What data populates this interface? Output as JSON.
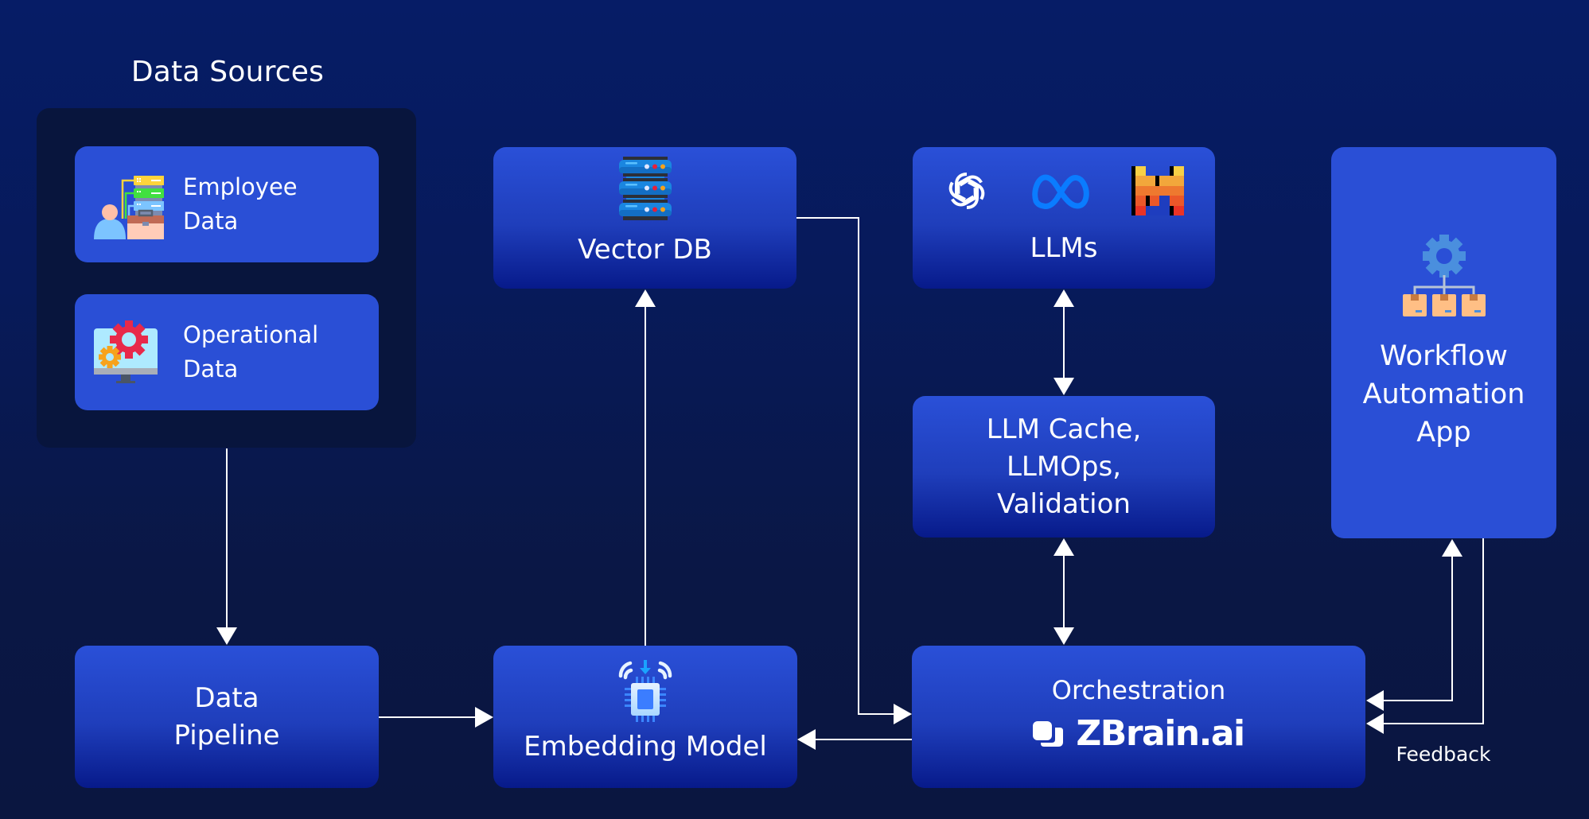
{
  "diagram": {
    "data_sources": {
      "title": "Data Sources",
      "items": [
        {
          "label_line1": "Employee",
          "label_line2": "Data",
          "icon": "employee-data-icon"
        },
        {
          "label_line1": "Operational",
          "label_line2": "Data",
          "icon": "operational-data-icon"
        }
      ]
    },
    "nodes": {
      "vector_db": {
        "label": "Vector DB",
        "icon": "server-stack-icon"
      },
      "llms": {
        "label": "LLMs",
        "icons": [
          "openai-logo-icon",
          "meta-logo-icon",
          "mistral-logo-icon"
        ]
      },
      "llm_cache": {
        "line1": "LLM Cache,",
        "line2": "LLMOps,",
        "line3": "Validation"
      },
      "workflow": {
        "line1": "Workflow",
        "line2": "Automation",
        "line3": "App",
        "icon": "workflow-gear-icon"
      },
      "data_pipeline": {
        "line1": "Data",
        "line2": "Pipeline"
      },
      "embedding_model": {
        "label": "Embedding Model",
        "icon": "chip-icon"
      },
      "orchestration": {
        "label": "Orchestration",
        "brand": "ZBrain.ai",
        "icon": "zbrain-logo-icon"
      }
    },
    "edges": [
      {
        "from": "Data Sources",
        "to": "Data Pipeline",
        "direction": "one-way"
      },
      {
        "from": "Data Pipeline",
        "to": "Embedding Model",
        "direction": "one-way"
      },
      {
        "from": "Embedding Model",
        "to": "Vector DB",
        "direction": "one-way"
      },
      {
        "from": "Vector DB",
        "to": "Orchestration",
        "direction": "one-way"
      },
      {
        "from": "Orchestration",
        "to": "Embedding Model",
        "direction": "one-way"
      },
      {
        "from": "LLMs",
        "to": "LLM Cache, LLMOps, Validation",
        "direction": "two-way"
      },
      {
        "from": "LLM Cache, LLMOps, Validation",
        "to": "Orchestration",
        "direction": "two-way"
      },
      {
        "from": "Orchestration",
        "to": "Workflow Automation App",
        "direction": "one-way"
      },
      {
        "from": "Workflow Automation App",
        "to": "Orchestration",
        "direction": "one-way",
        "label": "Feedback"
      }
    ],
    "feedback_label": "Feedback",
    "colors": {
      "background_top": "#061c66",
      "background_bottom": "#0a1640",
      "panel": "#08153d",
      "box": "#2a4fd6",
      "box_gradient_bottom": "#071a8a",
      "connector": "#ffffff"
    }
  }
}
